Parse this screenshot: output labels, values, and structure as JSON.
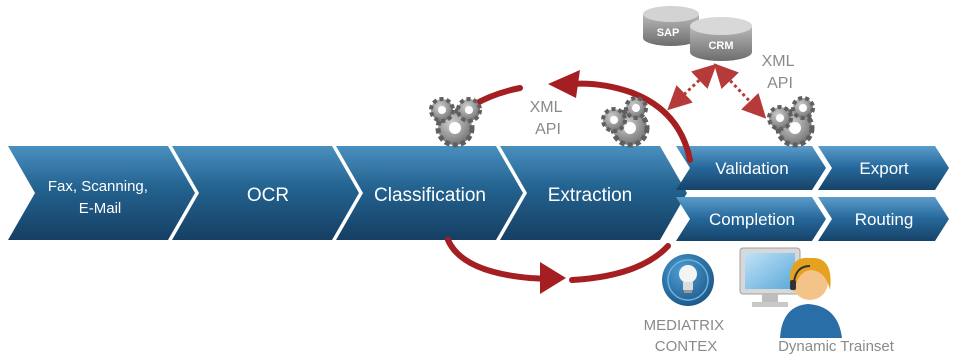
{
  "steps": {
    "fax": [
      "Fax, Scanning,",
      "E-Mail"
    ],
    "ocr": "OCR",
    "classification": "Classification",
    "extraction": "Extraction",
    "validation": "Validation",
    "export": "Export",
    "completion": "Completion",
    "routing": "Routing"
  },
  "systems": {
    "sap": "SAP",
    "crm": "CRM"
  },
  "xml_api_left": [
    "XML",
    "API"
  ],
  "xml_api_right": [
    "XML",
    "API"
  ],
  "mediatrix": [
    "MEDIATRIX",
    "CONTEX"
  ],
  "trainset": "Dynamic Trainset",
  "colors": {
    "chevron_dark": "#1c4f78",
    "chevron_light": "#4a8fbf",
    "cycle_arrow": "#a41e22",
    "gear": "#8a8a8a",
    "label_gray": "#8a8a8a"
  },
  "icons": [
    "gear-cluster-icon",
    "database-icon",
    "lightbulb-icon",
    "computer-icon",
    "operator-headset-icon"
  ]
}
